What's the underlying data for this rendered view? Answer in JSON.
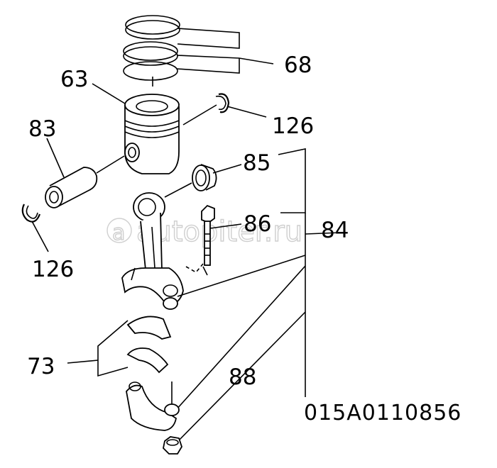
{
  "callouts": {
    "rings": "68",
    "piston": "63",
    "pin": "83",
    "circlip_right": "126",
    "circlip_left": "126",
    "bushing": "85",
    "bolt": "86",
    "rod_assembly": "84",
    "bearings": "73",
    "nut": "88"
  },
  "drawing_code": "015A0110856",
  "watermark": "autopiter.ru"
}
